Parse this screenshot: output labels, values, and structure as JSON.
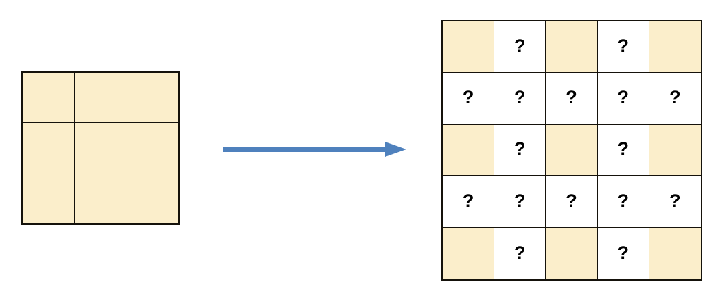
{
  "diagram": {
    "title": "grid-expansion-diagram",
    "background_color": "#ffffff",
    "colors": {
      "cream_cell": "#fbeecb",
      "white_cell": "#ffffff",
      "grid_line": "#15120b",
      "arrow_blue": "#4f81bd",
      "label_text": "#000000"
    }
  },
  "source_grid": {
    "name": "source-grid",
    "rows": 3,
    "cols": 3,
    "cells": [
      {
        "fill": "cream",
        "label": ""
      },
      {
        "fill": "cream",
        "label": ""
      },
      {
        "fill": "cream",
        "label": ""
      },
      {
        "fill": "cream",
        "label": ""
      },
      {
        "fill": "cream",
        "label": ""
      },
      {
        "fill": "cream",
        "label": ""
      },
      {
        "fill": "cream",
        "label": ""
      },
      {
        "fill": "cream",
        "label": ""
      },
      {
        "fill": "cream",
        "label": ""
      }
    ]
  },
  "arrow": {
    "name": "transform-arrow",
    "direction": "right",
    "color": "#4f81bd"
  },
  "result_grid": {
    "name": "result-grid",
    "rows": 5,
    "cols": 5,
    "unknown_symbol": "?",
    "cells": [
      {
        "fill": "cream",
        "label": ""
      },
      {
        "fill": "white",
        "label": "?"
      },
      {
        "fill": "cream",
        "label": ""
      },
      {
        "fill": "white",
        "label": "?"
      },
      {
        "fill": "cream",
        "label": ""
      },
      {
        "fill": "white",
        "label": "?"
      },
      {
        "fill": "white",
        "label": "?"
      },
      {
        "fill": "white",
        "label": "?"
      },
      {
        "fill": "white",
        "label": "?"
      },
      {
        "fill": "white",
        "label": "?"
      },
      {
        "fill": "cream",
        "label": ""
      },
      {
        "fill": "white",
        "label": "?"
      },
      {
        "fill": "cream",
        "label": ""
      },
      {
        "fill": "white",
        "label": "?"
      },
      {
        "fill": "cream",
        "label": ""
      },
      {
        "fill": "white",
        "label": "?"
      },
      {
        "fill": "white",
        "label": "?"
      },
      {
        "fill": "white",
        "label": "?"
      },
      {
        "fill": "white",
        "label": "?"
      },
      {
        "fill": "white",
        "label": "?"
      },
      {
        "fill": "cream",
        "label": ""
      },
      {
        "fill": "white",
        "label": "?"
      },
      {
        "fill": "cream",
        "label": ""
      },
      {
        "fill": "white",
        "label": "?"
      },
      {
        "fill": "cream",
        "label": ""
      }
    ]
  }
}
